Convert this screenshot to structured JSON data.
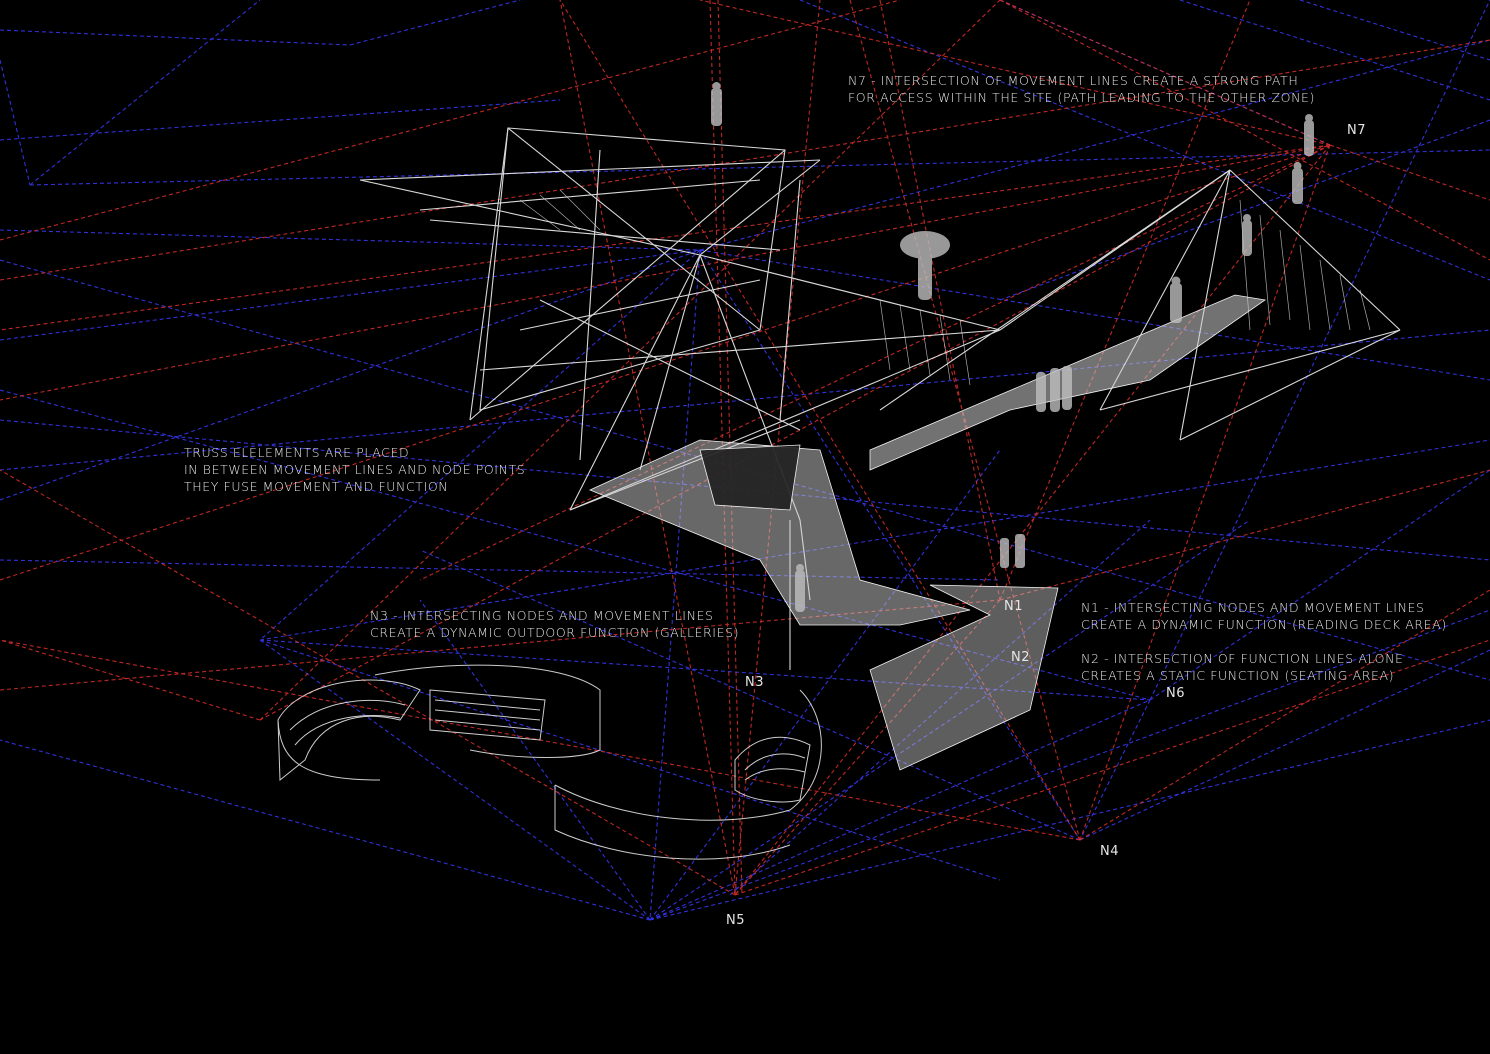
{
  "colors": {
    "background": "#000000",
    "movement_lines": "#e0302a",
    "function_lines": "#3a3aff",
    "structure": "#f0f0f0",
    "deck_fill": "#cfcfcf"
  },
  "annotations": {
    "n7": [
      "N7 - INTERSECTION OF MOVEMENT LINES CREATE A STRONG PATH",
      "FOR ACCESS WITHIN THE SITE (PATH LEADING TO THE OTHER ZONE)"
    ],
    "truss": [
      "TRUSS ELELEMENTS ARE PLACED",
      "IN BETWEEN MOVEMENT LINES AND NODE POINTS",
      "THEY FUSE MOVEMENT AND FUNCTION"
    ],
    "n3": [
      "N3 - INTERSECTING NODES AND MOVEMENT LINES",
      "CREATE A DYNAMIC OUTDOOR FUNCTION (GALLERIES)"
    ],
    "n1": [
      "N1 - INTERSECTING NODES AND MOVEMENT LINES",
      "CREATE A DYNAMIC FUNCTION (READING DECK AREA)"
    ],
    "n2": [
      "N2 - INTERSECTION OF FUNCTION LINES ALONE",
      "CREATES A STATIC FUNCTION (SEATING AREA)"
    ]
  },
  "nodes": {
    "n1": "N1",
    "n2": "N2",
    "n3": "N3",
    "n4": "N4",
    "n5": "N5",
    "n6": "N6",
    "n7": "N7"
  }
}
